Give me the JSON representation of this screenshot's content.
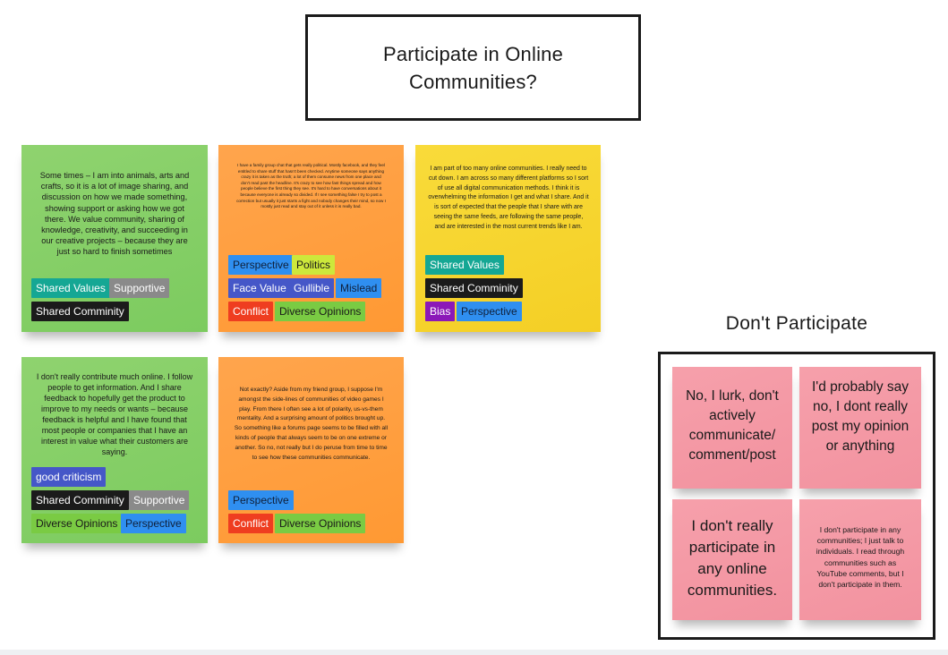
{
  "board": {
    "main_title": "Participate in Online Communities?",
    "section_dont_participate": "Don't Participate"
  },
  "notes": {
    "n1": {
      "text": "Some times – I am into animals, arts and crafts, so it is a lot of image sharing, and discussion on how we made something, showing support or asking how we got there. We value community, sharing of knowledge, creativity, and succeeding in our creative projects – because they are just so hard to finish sometimes",
      "tags": [
        "Shared Values",
        "Supportive",
        "Shared Comminity"
      ]
    },
    "n2": {
      "text": "I have a family group chat that gets really political. Mostly facebook, and they feel entitled to share stuff that hasn't been checked. Anytime someone says anything crazy it is taken as the truth; a lot of them consume news from one place and don't read past the headline. It's crazy to see how fast things spread and how people believe the first thing they see. It's hard to have conversations about it because everyone is already so divided. If I see something false I try to post a correction but usually it just starts a fight and nobody changes their mind, so now I mostly just read and stay out of it unless it is really bad.",
      "tags": [
        "Perspective",
        "Politics",
        "Face Value",
        "Gullible",
        "Mislead",
        "Conflict",
        "Diverse Opinions"
      ]
    },
    "n3": {
      "text": "I am part of too many online communities. I really need to cut down. I am across so many different platforms so I sort of use all digital communication methods. I think it is overwhelming the information I get and what I share. And it is sort of expected that the people that I share with are seeing the same feeds, are following the same people, and are interested in the most current trends like I am.",
      "tags": [
        "Shared Values",
        "Shared Comminity",
        "Bias",
        "Perspective"
      ]
    },
    "n4": {
      "text": "I don't really contribute much online. I follow people to get information. And I share feedback to hopefully get the product to improve to my needs or wants – because feedback is helpful and I have found that most people or companies that I have an interest in value what their customers are saying.",
      "tags": [
        "good criticism",
        "Shared Comminity",
        "Supportive",
        "Diverse Opinions",
        "Perspective"
      ]
    },
    "n5": {
      "text": "Not exactly? Aside from my friend group, I suppose I'm amongst the side-lines of communities of video games I play. From there I often see a lot of polarity, us-vs-them mentality. And a surprising amount of politics brought up. So something like a forums page seems to be filled with all kinds of people that always seem to be on one extreme or another. So no, not really but I do peruse from time to time to see how these communities communicate.",
      "tags": [
        "Perspective",
        "Conflict",
        "Diverse Opinions"
      ]
    },
    "p1": {
      "text": "No, I lurk, don't actively communicate/ comment/post"
    },
    "p2": {
      "text": "I'd probably say no, I dont really post my opinion or anything"
    },
    "p3": {
      "text": "I don't really participate in any online communities."
    },
    "p4": {
      "text": "I don't participate in any communities; I just talk to individuals. I read through communities such as YouTube comments, but I don't participate in them."
    }
  },
  "colors": {
    "note_green": "#7ccb5f",
    "note_orange": "#ff9933",
    "note_yellow": "#f4cf25",
    "note_pink": "#f2929f",
    "tag_teal": "#15a794",
    "tag_grey": "#8a8a8a",
    "tag_black": "#1b1b1b",
    "tag_blue": "#2f8ff0",
    "tag_lime": "#cde83b",
    "tag_indigo": "#4557c8",
    "tag_red": "#ef3d20",
    "tag_green": "#7acb43",
    "tag_purple": "#8b18b8"
  }
}
